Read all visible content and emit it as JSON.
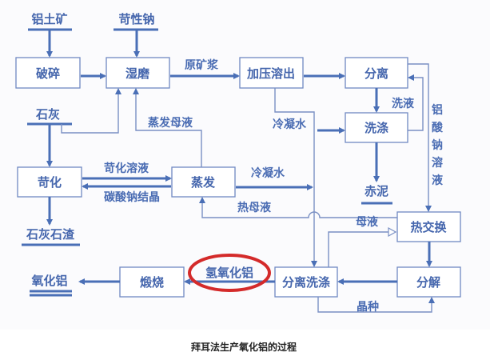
{
  "diagram": {
    "inputs": {
      "bauxite": "铝土矿",
      "caustic_soda": "苛性钠",
      "lime": "石灰"
    },
    "boxes": {
      "crushing": "破碎",
      "wet_grinding": "湿磨",
      "pressure_leaching": "加压溶出",
      "separation": "分离",
      "washing": "洗涤",
      "causticization": "苛化",
      "evaporation": "蒸发",
      "heat_exchange": "热交换",
      "decomposition": "分解",
      "separation_washing": "分离洗涤",
      "calcination": "煅烧"
    },
    "flow_labels": {
      "raw_slurry": "原矿浆",
      "evaporated_mother_liquor": "蒸发母液",
      "wash_liquor": "洗液",
      "condensate_1": "冷凝水",
      "condensate_2": "冷凝水",
      "sodium_aluminate_solution": "铝酸钠溶液",
      "causticized_solution": "苛化溶液",
      "sodium_carbonate_crystals": "碳酸钠结晶",
      "hot_mother_liquor": "热母液",
      "mother_liquor": "母液",
      "seed_crystals": "晶种",
      "aluminum_hydroxide": "氢氧化铝"
    },
    "outputs": {
      "red_mud": "赤泥",
      "lime_residue": "石灰石渣",
      "alumina": "氧化铝"
    },
    "highlight_color": "#d42a2a",
    "caption": "拜耳法生产氧化铝的过程"
  }
}
